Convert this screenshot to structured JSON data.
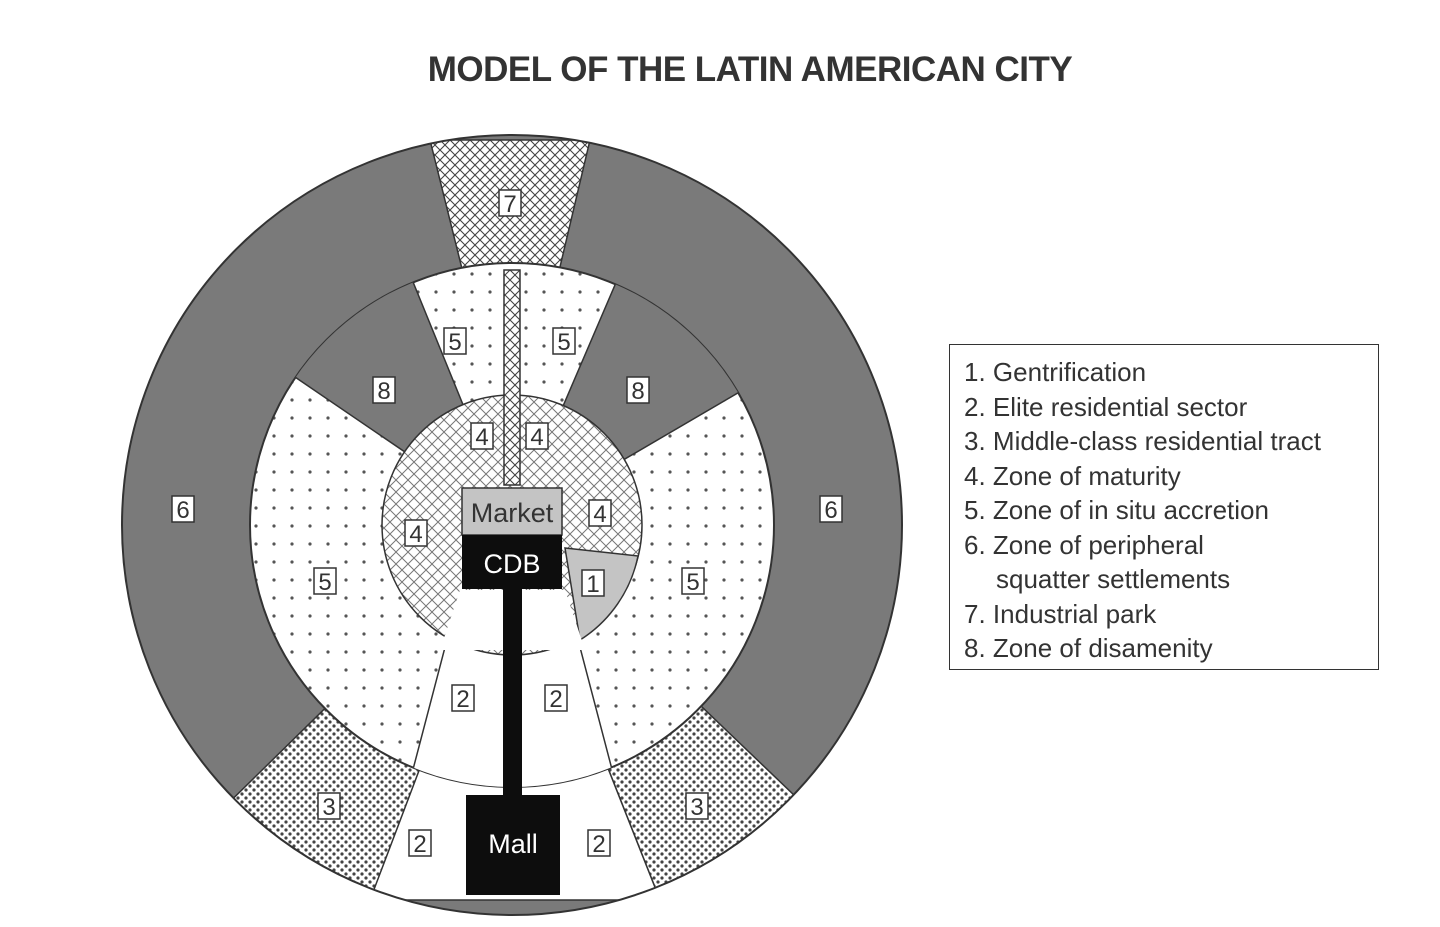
{
  "title": "MODEL OF THE LATIN AMERICAN CITY",
  "center": {
    "market": "Market",
    "cbd": "CDB",
    "mall": "Mall"
  },
  "zone_labels": [
    "1",
    "2",
    "3",
    "4",
    "5",
    "6",
    "7",
    "8"
  ],
  "legend": [
    {
      "num": "1.",
      "text": "Gentrification"
    },
    {
      "num": "2.",
      "text": "Elite residential sector"
    },
    {
      "num": "3.",
      "text": "Middle-class residential tract"
    },
    {
      "num": "4.",
      "text": "Zone of maturity"
    },
    {
      "num": "5.",
      "text": "Zone of in situ accretion"
    },
    {
      "num": "6.",
      "text": "Zone of peripheral",
      "continuation": "squatter settlements"
    },
    {
      "num": "7.",
      "text": "Industrial park"
    },
    {
      "num": "8.",
      "text": "Zone of disamenity"
    }
  ],
  "colors": {
    "dark_gray": "#7a7a7a",
    "light_gray": "#c4c4c4",
    "black": "#0d0d0d",
    "line": "#333333"
  }
}
